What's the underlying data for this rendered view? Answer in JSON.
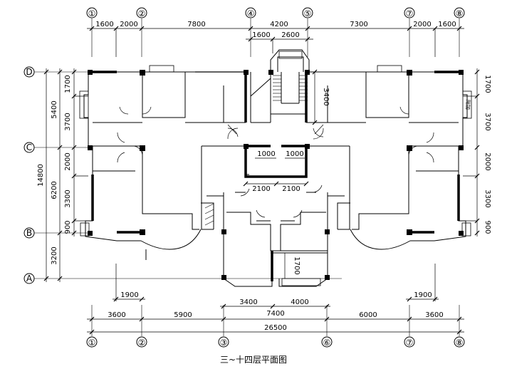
{
  "title": "三~十四层平面图",
  "axes_top": [
    "①",
    "②",
    "④",
    "⑤",
    "⑦",
    "⑧"
  ],
  "axes_bottom": [
    "①",
    "②",
    "③",
    "⑥",
    "⑦",
    "⑧"
  ],
  "axes_left": [
    "D",
    "C",
    "B",
    "A"
  ],
  "top_dims": {
    "row1": [
      "1600",
      "2000",
      "7800",
      "4200",
      "7300",
      "2000",
      "1600"
    ],
    "row2": [
      "1600",
      "2600"
    ]
  },
  "bottom_dims": {
    "row_1900_left": "1900",
    "row_1900_right": "1900",
    "row_a": [
      "3400",
      "4000"
    ],
    "row_b": [
      "3600",
      "5900",
      "7400",
      "6000",
      "3600"
    ],
    "total": "26500"
  },
  "left_dims": {
    "inner": [
      "1700",
      "3700",
      "2000",
      "3300",
      "900"
    ],
    "middle": [
      "5400",
      "6200",
      "3200"
    ],
    "outer": "14800"
  },
  "right_dims": [
    "1700",
    "3700",
    "2000",
    "3300",
    "900"
  ],
  "interior_dims": {
    "stair": "3400",
    "core_left": "1000",
    "core_right": "1000",
    "core_bottom_left": "2100",
    "core_bottom_right": "2100",
    "bottom_core": "1700"
  },
  "room_tag": "附加"
}
